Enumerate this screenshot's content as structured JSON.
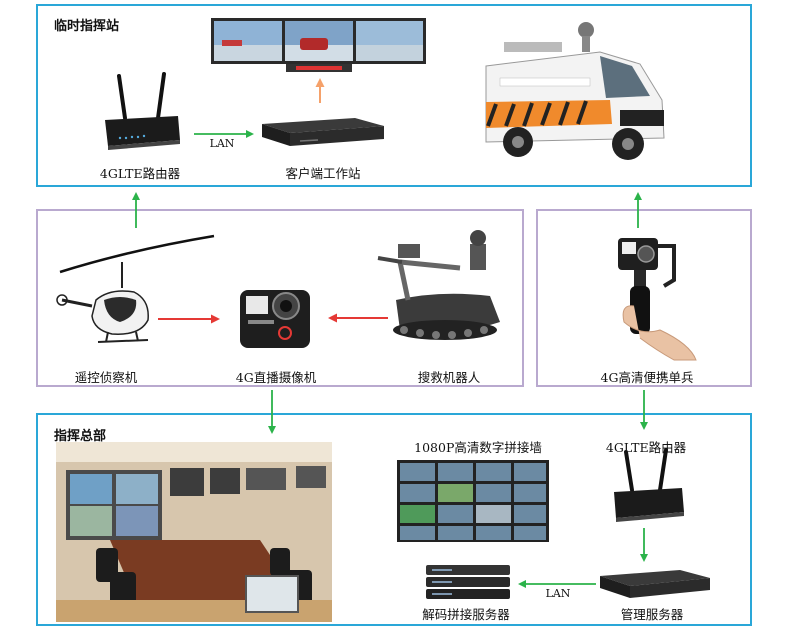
{
  "panels": {
    "temp_command": "临时指挥站",
    "hq": "指挥总部"
  },
  "nodes": {
    "router_top": "4GLTE路由器",
    "client_ws": "客户端工作站",
    "drone": "遥控侦察机",
    "camera": "4G直播摄像机",
    "robot": "搜救机器人",
    "handheld": "4G高清便携单兵",
    "video_wall": "1080P高清数字拼接墙",
    "router_bottom": "4GLTE路由器",
    "mgmt_server": "管理服务器",
    "decoder_server": "解码拼接服务器"
  },
  "edges": {
    "lan_top": "LAN",
    "lan_bottom": "LAN"
  },
  "colors": {
    "panel_blue": "#2aa7d8",
    "panel_purple": "#b9a9cf",
    "arrow_green": "#2bb34a",
    "arrow_red": "#e53935",
    "arrow_orange": "#f5a16a"
  }
}
